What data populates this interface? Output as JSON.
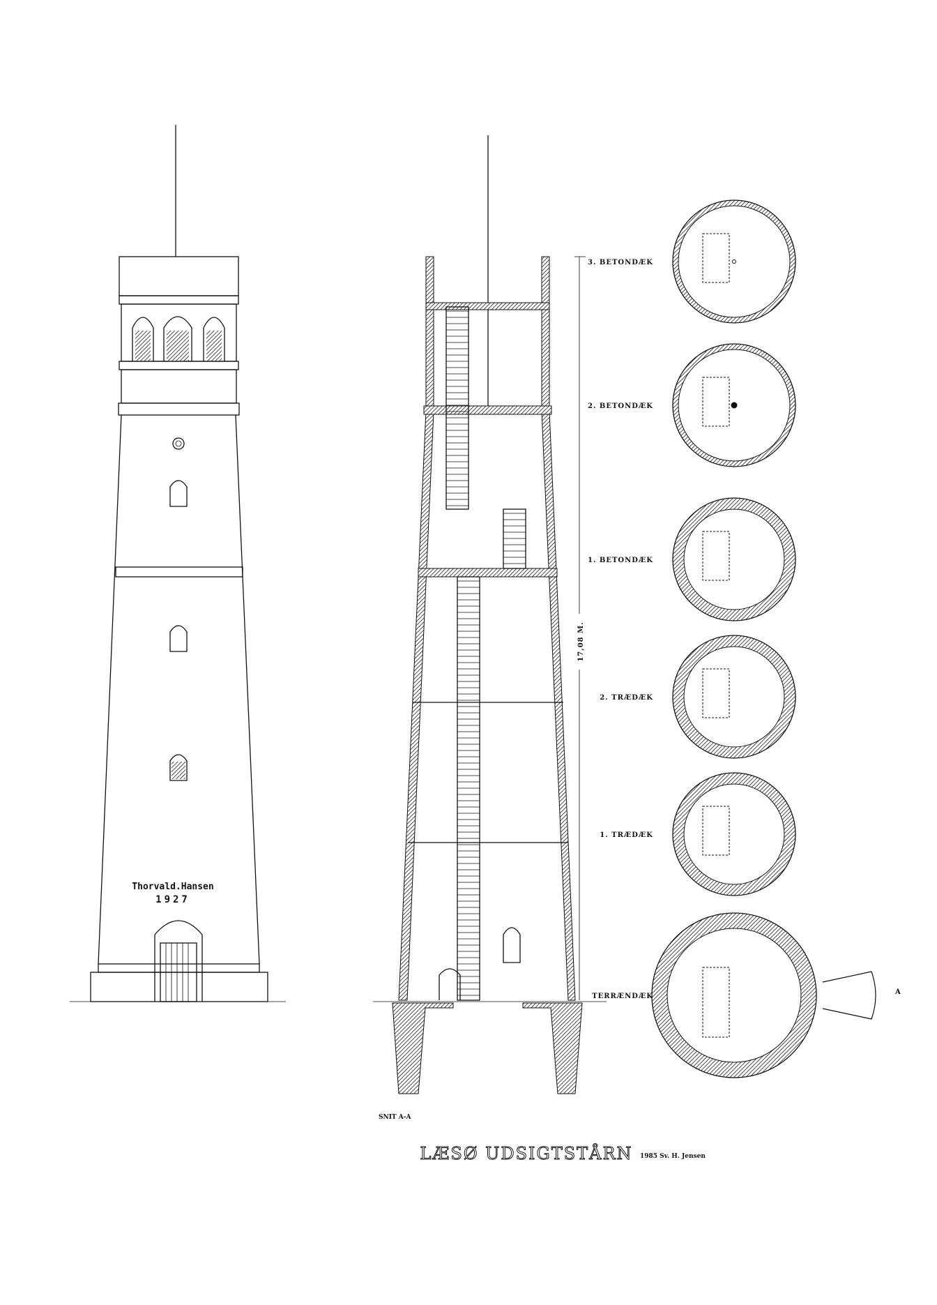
{
  "drawing": {
    "title": "LÆSØ UDSIGTSTÅRN",
    "signature": "1985 Sv. H. Jensen",
    "section_label": "SNIT A-A",
    "section_marker": "A",
    "dimension": "17,08 M.",
    "inscription_name": "Thorvald.Hansen",
    "inscription_year": "1927"
  },
  "plans": [
    {
      "label": "3. BETONDÆK"
    },
    {
      "label": "2. BETONDÆK"
    },
    {
      "label": "1. BETONDÆK"
    },
    {
      "label": "2. TRÆDÆK"
    },
    {
      "label": "1. TRÆDÆK"
    },
    {
      "label": "TERRÆNDÆK"
    }
  ],
  "colors": {
    "ink": "#111111",
    "paper": "#ffffff"
  }
}
